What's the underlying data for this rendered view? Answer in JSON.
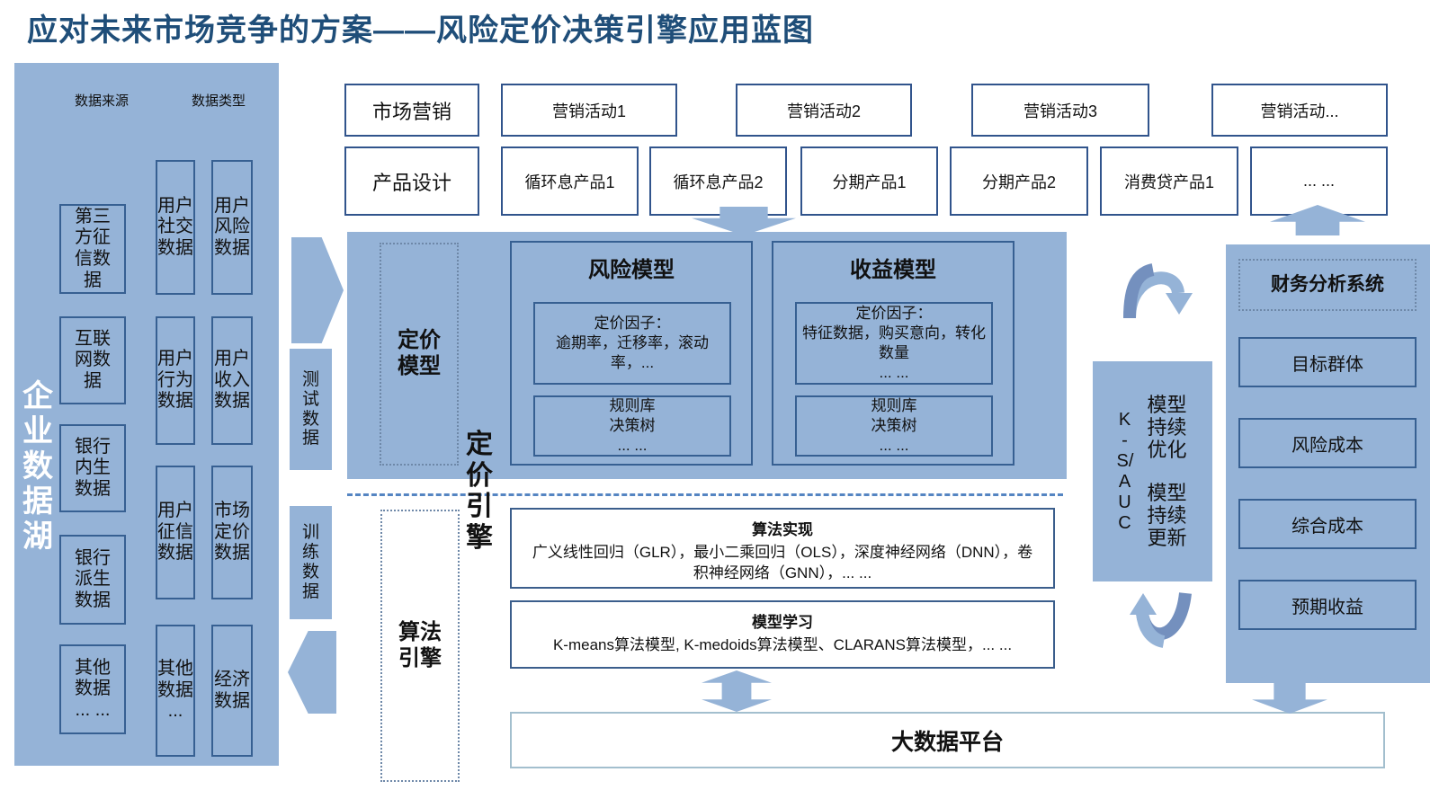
{
  "title": "应对未来市场竞争的方案——风险定价决策引擎应用蓝图",
  "colors": {
    "panel_fill": "#95B3D7",
    "box_border": "#376092",
    "title_text": "#1F4E79",
    "dashed_line": "#5585C2",
    "arrow_fill": "#95B3D7",
    "arrow_shade": "#7490BE"
  },
  "lake": {
    "vertical_label": "企业数据湖",
    "source_header": "数据来源",
    "type_header": "数据类型",
    "source_items": [
      "第三方征信数据",
      "互联网数据",
      "银行内生数据",
      "银行派生数据",
      "其他数据\n... ..."
    ],
    "type_items_a": [
      "用户社交数据",
      "用户行为数据",
      "用户征信数据",
      "其他数据\n..."
    ],
    "type_items_b": [
      "用户风险数据",
      "用户收入数据",
      "市场定价数据",
      "经济数据"
    ]
  },
  "marketing_row": {
    "header": "市场营销",
    "items": [
      "营销活动1",
      "营销活动2",
      "营销活动3",
      "营销活动..."
    ]
  },
  "product_row": {
    "header": "产品设计",
    "items": [
      "循环息产品1",
      "循环息产品2",
      "分期产品1",
      "分期产品2",
      "消费贷产品1",
      "... ..."
    ]
  },
  "flows": {
    "test_data": "测试数据",
    "train_data": "训练数据"
  },
  "pricing_engine": {
    "vertical_label": "定价引擎",
    "pricing_model_label": "定价模型",
    "risk_model": {
      "title": "风险模型",
      "factors": "定价因子：\n逾期率，迁移率，滚动率，...",
      "rules": "规则库\n决策树\n... ..."
    },
    "revenue_model": {
      "title": "收益模型",
      "factors": "定价因子：\n特征数据，购买意向，转化数量\n... ...",
      "rules": "规则库\n决策树\n... ..."
    }
  },
  "algo_engine": {
    "vertical_label": "算法引擎",
    "implementation": {
      "title": "算法实现",
      "body": "广义线性回归（GLR），最小二乘回归（OLS），深度神经网络（DNN），卷积神经网络（GNN），... ..."
    },
    "learning": {
      "title": "模型学习",
      "body": "K-means算法模型, K-medoids算法模型、CLARANS算法模型，... ..."
    }
  },
  "evaluation": {
    "metric": "K-S/AUC",
    "optimize": "模型持续优化",
    "update": "模型持续更新"
  },
  "finance": {
    "title": "财务分析系统",
    "items": [
      "目标群体",
      "风险成本",
      "综合成本",
      "预期收益"
    ]
  },
  "platform": {
    "label": "大数据平台"
  }
}
